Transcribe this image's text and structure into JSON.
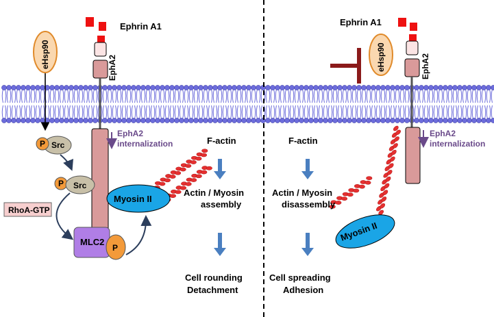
{
  "left": {
    "ephrin_label": "Ephrin A1",
    "receptor_label": "EphA2",
    "ehsp90_label": "eHsp90",
    "phospho_label": "P",
    "src_label": "Src",
    "internalization_line1": "EphA2",
    "internalization_line2": "internalization",
    "factin_label": "F-actin",
    "rhoa_label": "RhoA-GTP",
    "mlc2_label": "MLC2",
    "myosin_label": "Myosin II",
    "assembly_line1": "Actin / Myosin",
    "assembly_line2": "assembly",
    "outcome_line1": "Cell rounding",
    "outcome_line2": "Detachment"
  },
  "right": {
    "ephrin_label": "Ephrin A1",
    "receptor_label": "EphA2",
    "ehsp90_label": "eHsp90",
    "internalization_line1": "EphA2",
    "internalization_line2": "internalization",
    "factin_label": "F-actin",
    "myosin_label": "Myosin II",
    "disassembly_line1": "Actin / Myosin",
    "disassembly_line2": "disassembly",
    "outcome_line1": "Cell spreading",
    "outcome_line2": "Adhesion"
  },
  "colors": {
    "ephrin": "#ee1111",
    "receptor": "#d99a9a",
    "ehsp90_fill": "#fad8b0",
    "ehsp90_stroke": "#e08a2a",
    "src_fill": "#c8c0a8",
    "phospho_fill": "#f39a3a",
    "myosin_fill": "#1aa5e6",
    "mlc2_fill": "#b07ee6",
    "rhoa_fill": "#f7cfcf",
    "actin": "#e53030",
    "membrane": "#6c6cdb",
    "arrow_blue": "#4a7fc0",
    "internalization": "#6a4a8a",
    "inhibitor": "#8b1a1a"
  }
}
